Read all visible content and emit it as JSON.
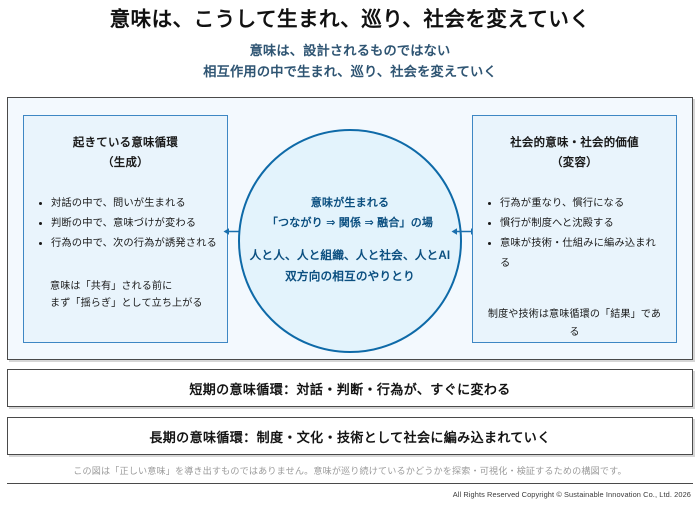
{
  "header": {
    "main_title": "意味は、こうして生まれ、巡り、社会を変えていく",
    "subtitle_1": "意味は、設計されるものではない",
    "subtitle_2": "相互作用の中で生まれ、巡り、社会を変えていく",
    "subtitle_color": "#2f5573"
  },
  "diagram": {
    "left_panel": {
      "title_line_1": "起きている意味循環",
      "title_line_2": "（生成）",
      "bullets": [
        "対話の中で、問いが生まれる",
        "判断の中で、意味づけが変わる",
        "行為の中で、次の行為が誘発される"
      ],
      "note_line_1": "意味は「共有」される前に",
      "note_line_2": "まず「揺らぎ」として立ち上がる"
    },
    "center_circle": {
      "line_1": "意味が生まれる",
      "line_2": "「つながり ⇒ 関係 ⇒ 融合」の場",
      "line_3": "人と人、人と組織、人と社会、人とAI",
      "line_4": "双方向の相互のやりとり",
      "fill_color": "#e3f3fc",
      "border_color": "#0e6aa8",
      "text_color": "#0b4f80"
    },
    "right_panel": {
      "title_line_1": "社会的意味・社会的価値",
      "title_line_2": "（変容）",
      "bullets": [
        "行為が重なり、慣行になる",
        "慣行が制度へと沈殿する",
        "意味が技術・仕組みに編み込まれる"
      ],
      "note_line_1": "制度や技術は意味循環の「結果」である"
    },
    "connector_left_name": "双方向矢印",
    "connector_right_name": "双方向矢印",
    "panel_fill_color": "#e9f4fc",
    "panel_border_color": "#3e87c4",
    "frame_background": "#f3f9fe"
  },
  "lower_bars": [
    "短期の意味循環：対話・判断・行為が、すぐに変わる",
    "長期の意味循環：制度・文化・技術として社会に編み込まれていく"
  ],
  "footer": {
    "disclaimer": "この図は「正しい意味」を導き出すものではありません。意味が巡り続けているかどうかを探索・可視化・検証するための構図です。",
    "copyright": "All Rights Reserved Copyright © Sustainable Innovation Co., Ltd. 2026"
  }
}
